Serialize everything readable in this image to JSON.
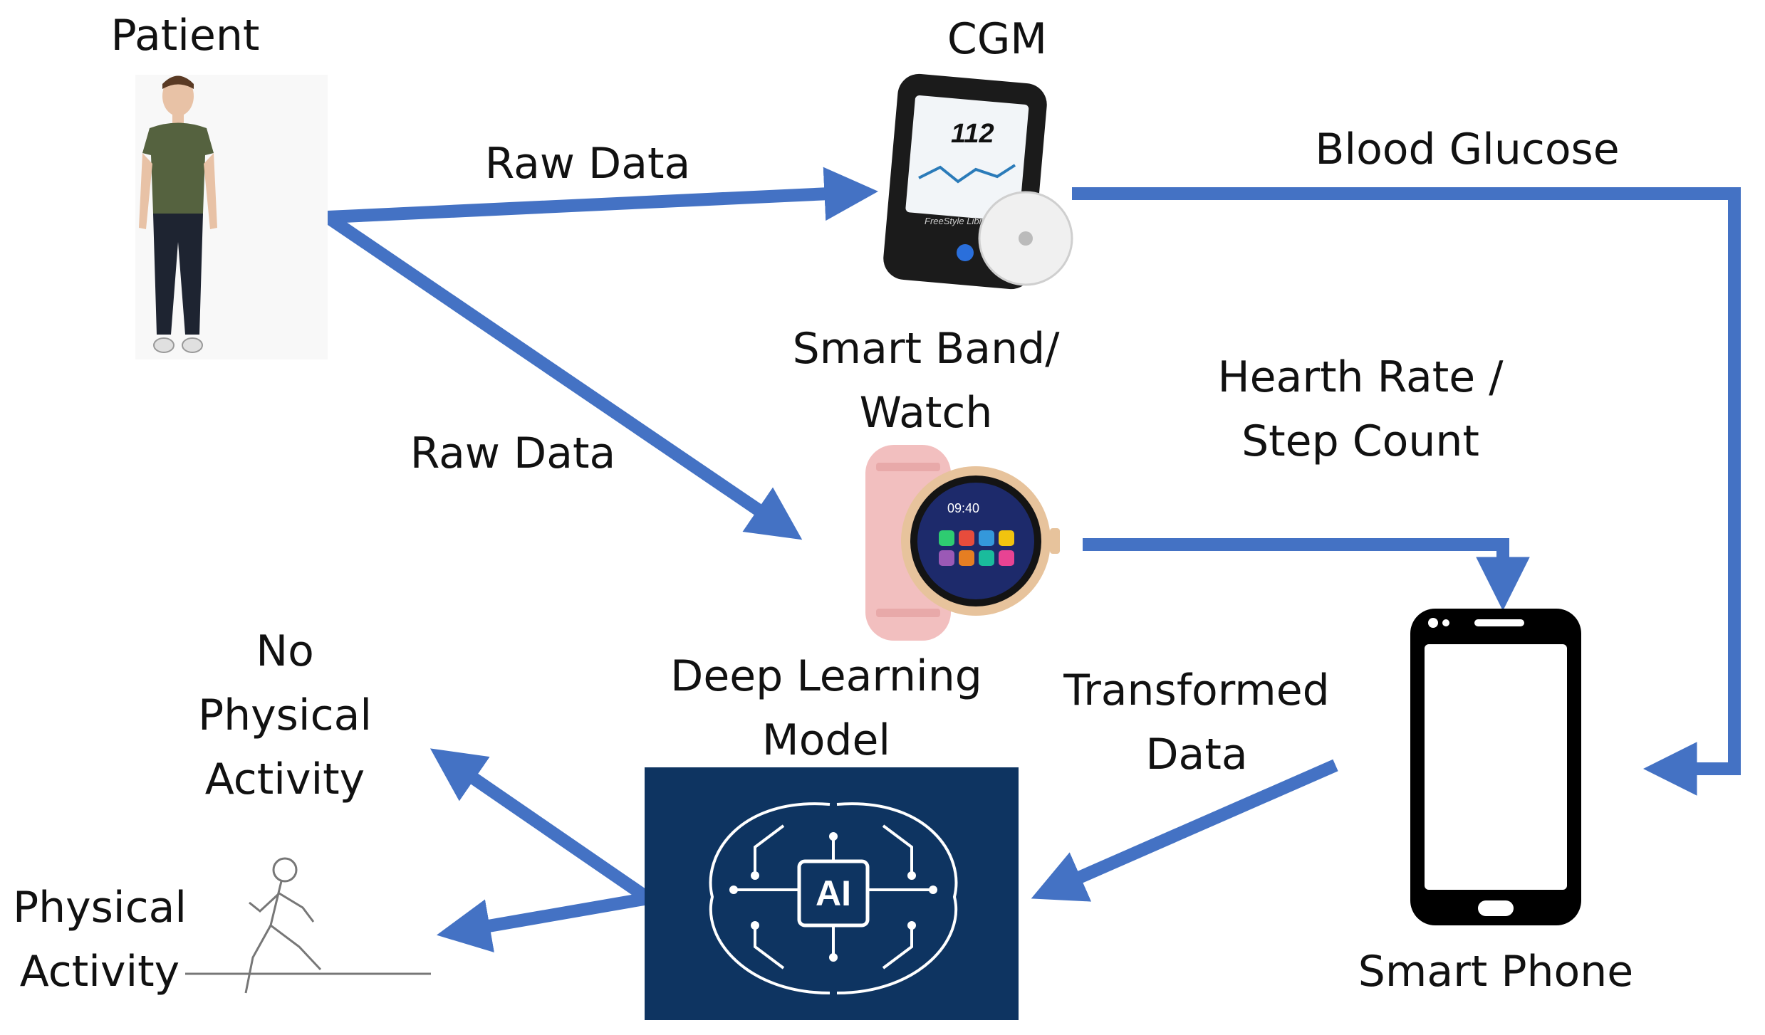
{
  "nodes": {
    "patient": {
      "label": "Patient"
    },
    "cgm": {
      "label": "CGM",
      "reading": "112",
      "brand": "FreeStyle Libre"
    },
    "watch": {
      "label_line1": "Smart Band/",
      "label_line2": "Watch",
      "time": "09:40"
    },
    "phone": {
      "label": "Smart Phone"
    },
    "model": {
      "label_line1": "Deep Learning",
      "label_line2": "Model",
      "chip": "AI"
    },
    "no_activity": {
      "line1": "No",
      "line2": "Physical",
      "line3": "Activity"
    },
    "activity": {
      "line1": "Physical",
      "line2": "Activity"
    }
  },
  "edges": {
    "patient_to_cgm": "Raw Data",
    "patient_to_watch": "Raw Data",
    "cgm_to_phone": "Blood Glucose",
    "watch_to_phone_line1": "Hearth Rate /",
    "watch_to_phone_line2": "Step Count",
    "phone_to_model_line1": "Transformed",
    "phone_to_model_line2": "Data"
  },
  "colors": {
    "arrow": "#4472C4",
    "model_bg": "#0E3461",
    "shirt": "#55623F",
    "pants": "#1E2431",
    "watch_band": "#F2BFBF",
    "watch_case": "#E7C39C"
  }
}
